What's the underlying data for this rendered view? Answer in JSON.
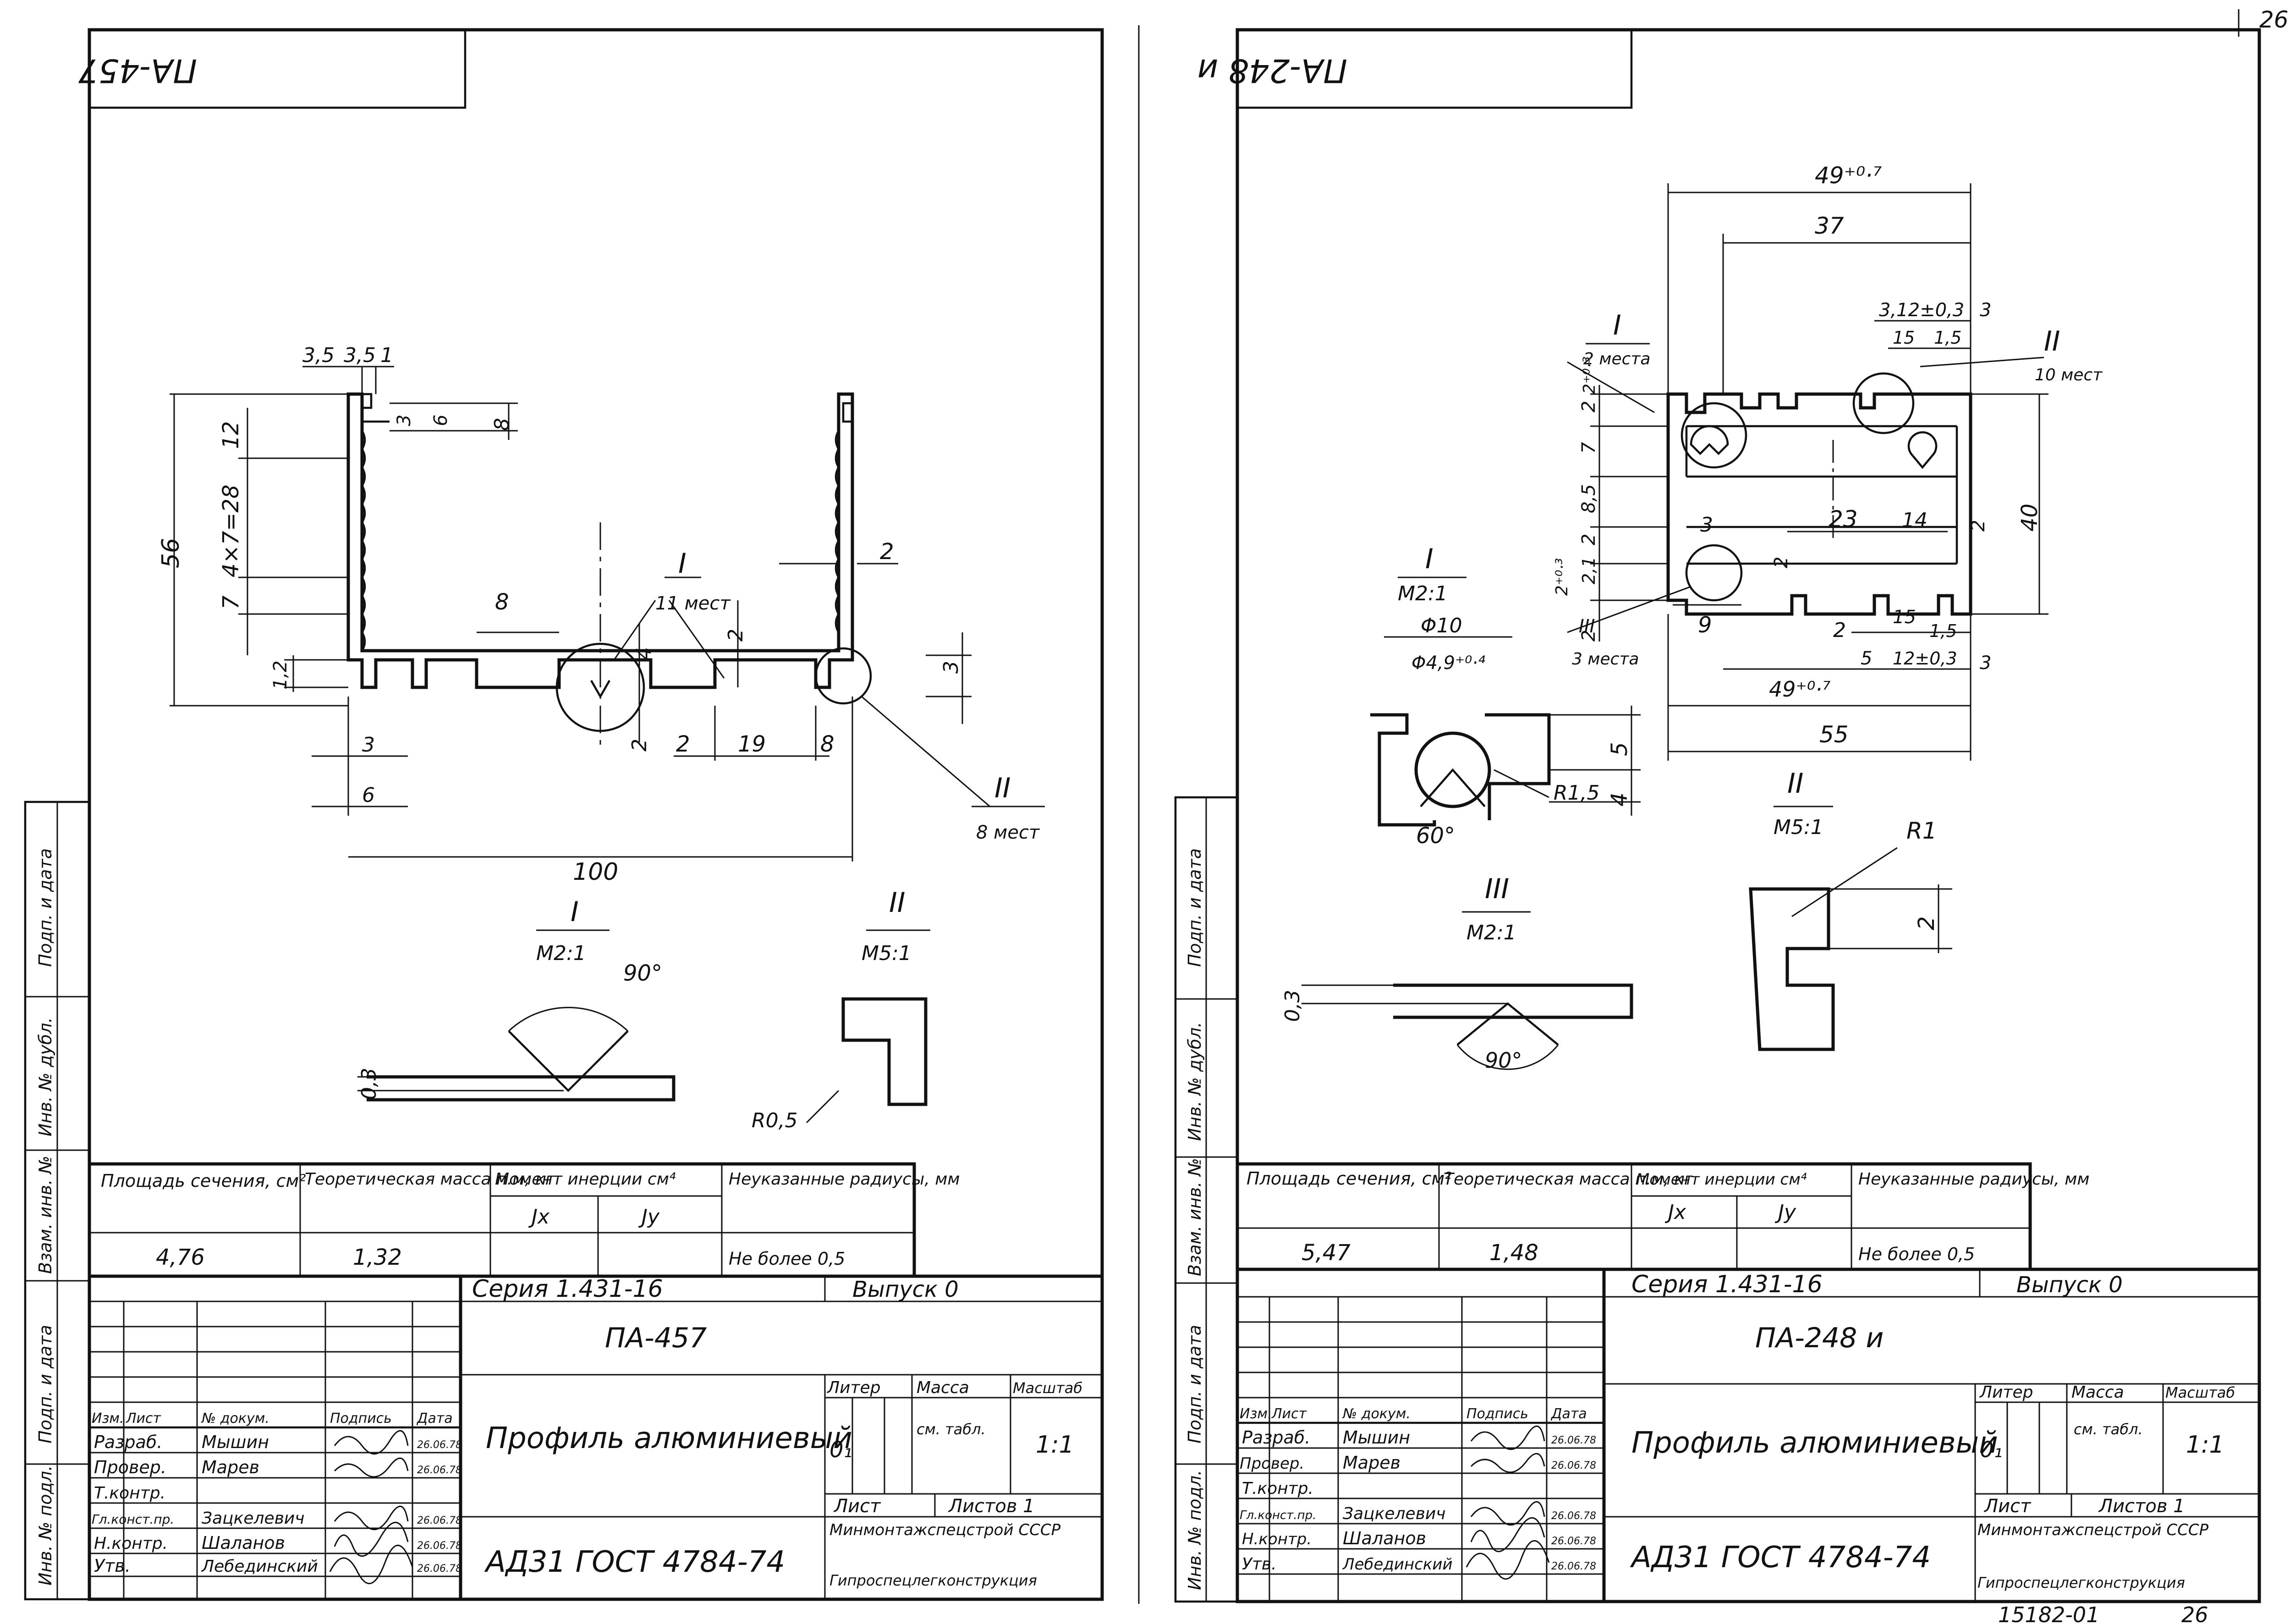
{
  "page": {
    "number": "26",
    "archive_number": "15182-01",
    "archive_sheet": "26"
  },
  "stamp_labels": {
    "podp_data_1": "Подп. и дата",
    "inv_dubl": "Инв. № дубл.",
    "vzam_inv": "Взам. инв. №",
    "podp_data_2": "Подп. и дата",
    "inv_podl": "Инв. № подл."
  },
  "header_labels": {
    "area": "Площадь сечения, см²",
    "mass": "Теоретическая масса п.м, кг",
    "inertia": "Момент инерции см⁴",
    "jx": "Jx",
    "jy": "Jy",
    "radius": "Неуказанные радиусы, мм",
    "radius_value": "Не более 0,5"
  },
  "block_labels": {
    "izm": "Изм.",
    "list": "Лист",
    "doc": "№ докум.",
    "podpis": "Подпись",
    "data": "Дата",
    "razrab": "Разраб.",
    "prover": "Провер.",
    "tkontr": "Т.контр.",
    "glkontr": "Гл.конст.пр.",
    "nkontr": "Н.контр.",
    "utv": "Утв.",
    "liter": "Литер",
    "massa": "Масса",
    "masshtab": "Масштаб",
    "list2": "Лист",
    "listov": "Листов 1",
    "org": "Минмонтажспецстрой СССР",
    "org2": "Гипроспецлегконструкция",
    "product": "Профиль алюминиевый",
    "material": "АД31  ГОСТ 4784-74",
    "liter_value": "0₁",
    "massa_value": "см. табл.",
    "scale_value": "1:1",
    "release": "Выпуск 0"
  },
  "people": {
    "razrab": "Мышин",
    "prover": "Марев",
    "glkontr": "Зацкелевич",
    "nkontr": "Шаланов",
    "utv": "Лебединский"
  },
  "sheets": [
    {
      "top_label": "ПА-457",
      "title": "ПА-457",
      "series": "Серия 1.431-16",
      "area": "4,76",
      "mass": "1,32",
      "date1": "26.06.78",
      "dims": {
        "overall": "100",
        "height": "56",
        "pitch": "4×7=28",
        "top12": "12",
        "seven": "7",
        "d35a": "3,5",
        "d35b": "3,5",
        "d1": "1",
        "d3": "3",
        "d6": "6",
        "d8": "8",
        "d2a": "2",
        "d2b": "2",
        "d2c": "2",
        "d19": "19",
        "d8b": "8",
        "d8c": "8",
        "d3b": "3",
        "d3c": "3",
        "d6b": "6",
        "d4": "4",
        "d122": "1,2",
        "d2d": "2"
      },
      "callouts": {
        "c1": "I",
        "c1n": "11 мест",
        "c2": "II",
        "c2n": "8 мест"
      },
      "views": {
        "v1": "I",
        "v1s": "М2:1",
        "v1a": "90°",
        "v1d": "0,3",
        "v2": "II",
        "v2s": "М5:1",
        "v2r": "R0,5"
      }
    },
    {
      "top_label": "ПА-248 и",
      "title": "ПА-248 и",
      "series": "Серия 1.431-16",
      "area": "5,47",
      "mass": "1,48",
      "date1": "26.06.78",
      "dims": {
        "w49top": "49⁺⁰·⁷",
        "w37": "37",
        "w312": "3,12±0,3",
        "w3a": "3",
        "w15a": "15",
        "w15b": "1,5",
        "h2": "2⁺⁰·³",
        "h2b": "2",
        "h7": "7",
        "h85": "8,5",
        "h2c": "2",
        "h21": "2,1",
        "h2d": "2⁺⁰·³",
        "h2e": "2",
        "h40": "40",
        "h2f": "2",
        "w23": "23",
        "w14": "14",
        "w3b": "3",
        "w2": "2",
        "w9": "9",
        "w2b": "2",
        "w15c": "15",
        "w15d": "1,5",
        "w5": "5",
        "w12": "12±0,3",
        "w3c": "3",
        "w49bot": "49⁺⁰·⁷",
        "w55": "55"
      },
      "callouts": {
        "c1": "I",
        "c1n": "2 места",
        "c2": "II",
        "c2n": "10 мест",
        "c3": "III",
        "c3n": "3 места"
      },
      "views": {
        "v1": "I",
        "v1s": "М2:1",
        "v1d10": "Φ10",
        "v1d49": "Φ4,9⁺⁰·⁴",
        "v1a": "60°",
        "v1r": "R1,5",
        "v1h5": "5",
        "v1h4": "4",
        "v2": "II",
        "v2s": "М5:1",
        "v2r": "R1",
        "v2d": "2",
        "v3": "III",
        "v3s": "М2:1",
        "v3a": "90°",
        "v3d": "0,3"
      }
    }
  ]
}
